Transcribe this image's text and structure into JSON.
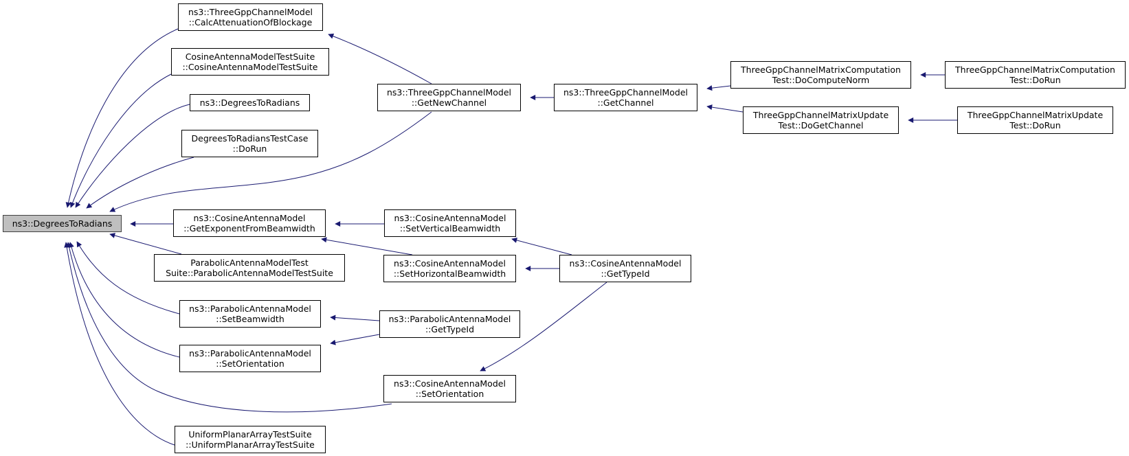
{
  "colors": {
    "edge": "#191970",
    "root_fill": "#bfbfbf",
    "node_border": "#000000"
  },
  "nodes": {
    "root": {
      "l1": "ns3::DegreesToRadians"
    },
    "calcatten": {
      "l1": "ns3::ThreeGppChannelModel",
      "l2": "::CalcAttenuationOfBlockage"
    },
    "cosinesuite": {
      "l1": "CosineAntennaModelTestSuite",
      "l2": "::CosineAntennaModelTestSuite"
    },
    "degtorad": {
      "l1": "ns3::DegreesToRadians"
    },
    "degtestcase": {
      "l1": "DegreesToRadiansTestCase",
      "l2": "::DoRun"
    },
    "getexp": {
      "l1": "ns3::CosineAntennaModel",
      "l2": "::GetExponentFromBeamwidth"
    },
    "parabolicsuite": {
      "l1": "ParabolicAntennaModelTest",
      "l2": "Suite::ParabolicAntennaModelTestSuite"
    },
    "parasetbeam": {
      "l1": "ns3::ParabolicAntennaModel",
      "l2": "::SetBeamwidth"
    },
    "parasetorient": {
      "l1": "ns3::ParabolicAntennaModel",
      "l2": "::SetOrientation"
    },
    "upasuite": {
      "l1": "UniformPlanarArrayTestSuite",
      "l2": "::UniformPlanarArrayTestSuite"
    },
    "getnewchannel": {
      "l1": "ns3::ThreeGppChannelModel",
      "l2": "::GetNewChannel"
    },
    "getchannel": {
      "l1": "ns3::ThreeGppChannelModel",
      "l2": "::GetChannel"
    },
    "matrixcompnorm": {
      "l1": "ThreeGppChannelMatrixComputation",
      "l2": "Test::DoComputeNorm"
    },
    "matrixcomprun": {
      "l1": "ThreeGppChannelMatrixComputation",
      "l2": "Test::DoRun"
    },
    "matrixupdget": {
      "l1": "ThreeGppChannelMatrixUpdate",
      "l2": "Test::DoGetChannel"
    },
    "matrixupdrun": {
      "l1": "ThreeGppChannelMatrixUpdate",
      "l2": "Test::DoRun"
    },
    "cossetvert": {
      "l1": "ns3::CosineAntennaModel",
      "l2": "::SetVerticalBeamwidth"
    },
    "cossethoriz": {
      "l1": "ns3::CosineAntennaModel",
      "l2": "::SetHorizontalBeamwidth"
    },
    "cosgettypeid": {
      "l1": "ns3::CosineAntennaModel",
      "l2": "::GetTypeId"
    },
    "paragettypeid": {
      "l1": "ns3::ParabolicAntennaModel",
      "l2": "::GetTypeId"
    },
    "cossetorient": {
      "l1": "ns3::CosineAntennaModel",
      "l2": "::SetOrientation"
    }
  },
  "edges": [
    {
      "from": "calcatten",
      "to": "root"
    },
    {
      "from": "cosinesuite",
      "to": "root"
    },
    {
      "from": "degtorad",
      "to": "root"
    },
    {
      "from": "degtestcase",
      "to": "root"
    },
    {
      "from": "getnewchannel",
      "to": "root"
    },
    {
      "from": "getexp",
      "to": "root"
    },
    {
      "from": "parabolicsuite",
      "to": "root"
    },
    {
      "from": "parasetbeam",
      "to": "root"
    },
    {
      "from": "parasetorient",
      "to": "root"
    },
    {
      "from": "cossetorient",
      "to": "root"
    },
    {
      "from": "upasuite",
      "to": "root"
    },
    {
      "from": "getnewchannel",
      "to": "calcatten"
    },
    {
      "from": "getchannel",
      "to": "getnewchannel"
    },
    {
      "from": "matrixcompnorm",
      "to": "getchannel"
    },
    {
      "from": "matrixupdget",
      "to": "getchannel"
    },
    {
      "from": "matrixcomprun",
      "to": "matrixcompnorm"
    },
    {
      "from": "matrixupdrun",
      "to": "matrixupdget"
    },
    {
      "from": "cossetvert",
      "to": "getexp"
    },
    {
      "from": "cossethoriz",
      "to": "getexp"
    },
    {
      "from": "cosgettypeid",
      "to": "cossetvert"
    },
    {
      "from": "cosgettypeid",
      "to": "cossethoriz"
    },
    {
      "from": "paragettypeid",
      "to": "parasetbeam"
    },
    {
      "from": "paragettypeid",
      "to": "parasetorient"
    },
    {
      "from": "cosgettypeid",
      "to": "cossetorient"
    }
  ]
}
